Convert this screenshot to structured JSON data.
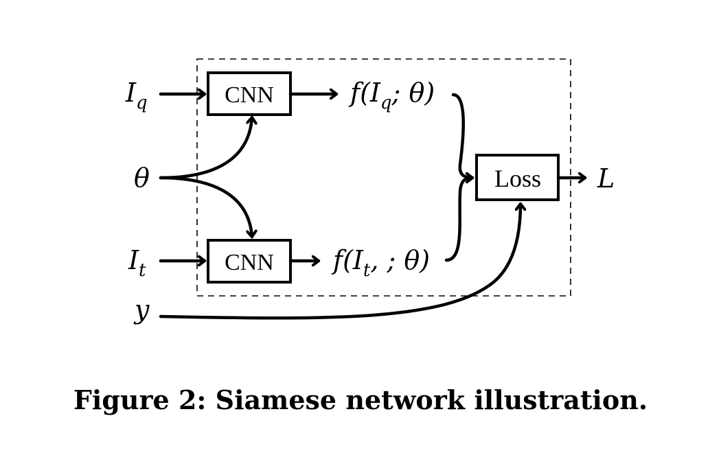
{
  "inputs": {
    "iq": {
      "sym": "I",
      "sub": "q"
    },
    "theta": "θ",
    "it": {
      "sym": "I",
      "sub": "t"
    },
    "y": "y"
  },
  "blocks": {
    "cnn_top": "CNN",
    "cnn_bottom": "CNN",
    "loss": "Loss"
  },
  "outputs": {
    "f_top": {
      "pre": "f(",
      "sym": "I",
      "sub": "q",
      "post": "; θ)"
    },
    "f_bottom": {
      "pre": "f(",
      "sym": "I",
      "sub": "t",
      "post": ", ; θ)"
    },
    "loss_out": "L"
  },
  "caption": "Figure 2: Siamese network illustration."
}
